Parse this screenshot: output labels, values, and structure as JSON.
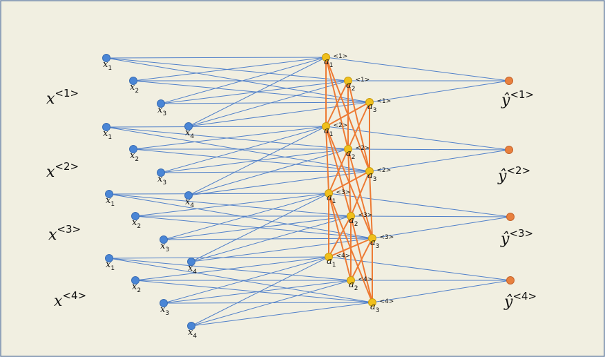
{
  "inputs": {
    "letter": "x",
    "subscripts": [
      "1",
      "2",
      "3",
      "4"
    ],
    "big_labels": [
      "<1>",
      "<2>",
      "<3>",
      "<4>"
    ]
  },
  "hidden": {
    "letter": "a",
    "subscripts": [
      "1",
      "2",
      "3"
    ],
    "superscripts": [
      "<1>",
      "<2>",
      "<3>",
      "<4>"
    ]
  },
  "outputs": {
    "letter": "ŷ",
    "labels": [
      "<1>",
      "<2>",
      "<3>",
      "<4>"
    ]
  },
  "colors": {
    "background": "#f1efe1",
    "border": "#6f86a6",
    "input_node": "#4a86d6",
    "hidden_node": "#f0c01c",
    "output_node": "#e8803e",
    "input_edge": "#4f7fc9",
    "recurrent_edge": "#ed7a33"
  }
}
